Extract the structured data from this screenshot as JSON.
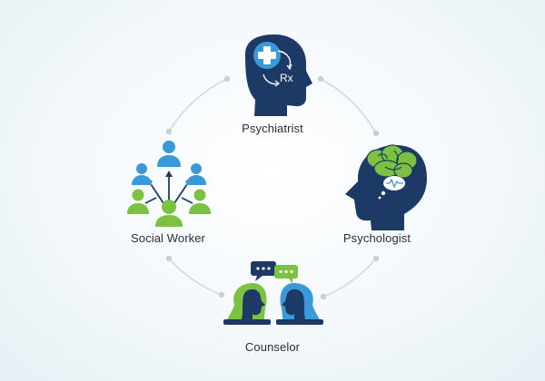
{
  "diagram": {
    "roles": [
      {
        "id": "psychiatrist",
        "label": "Psychiatrist"
      },
      {
        "id": "psychologist",
        "label": "Psychologist"
      },
      {
        "id": "counselor",
        "label": "Counselor"
      },
      {
        "id": "social_worker",
        "label": "Social Worker"
      }
    ],
    "psychiatrist_rx_text": "Rx",
    "colors": {
      "navy": "#1d3a66",
      "blue": "#3a9ad9",
      "green": "#7cc142",
      "connector": "#d3d8dc"
    },
    "icons": {
      "psychiatrist": "head-medical-cross-icon",
      "psychologist": "head-brain-icon",
      "counselor": "two-people-talking-icon",
      "social_worker": "group-network-icon"
    }
  }
}
